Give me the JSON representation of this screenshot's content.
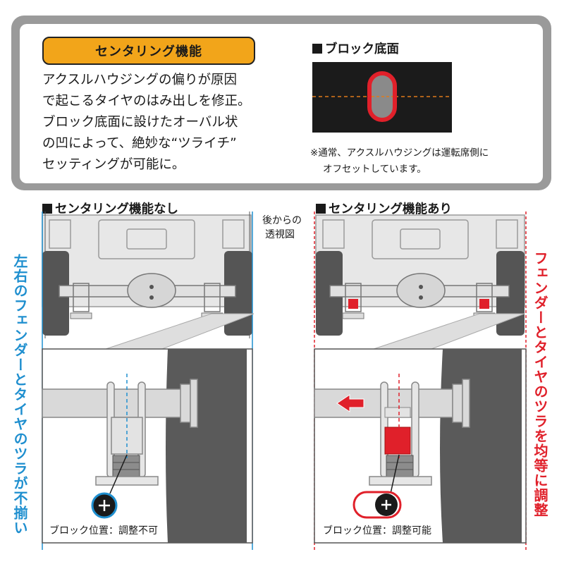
{
  "panel": {
    "feature_title": "センタリング機能",
    "description": [
      "アクスルハウジングの偏りが原因",
      "で起こるタイヤのはみ出しを修正。",
      "ブロック底面に設けたオーバル状",
      "の凹によって、絶妙な“ツライチ”",
      "セッティングが可能に。"
    ],
    "block_bottom_title": "ブロック底面",
    "note_lines": [
      "※通常、アクスルハウジングは運転席側に",
      "オフセットしています。"
    ]
  },
  "without": {
    "title": "センタリング機能なし",
    "vertical_label": "左右のフェンダーとタイヤのツラが不揃い",
    "block_caption": "ブロック位置：調整不可"
  },
  "with": {
    "title": "センタリング機能あり",
    "vertical_label": "フェンダーとタイヤのツラを均等に調整",
    "block_caption": "ブロック位置：調整可能"
  },
  "rear_view_label": [
    "後からの",
    "透視図"
  ],
  "colors": {
    "badge": "#f2a51a",
    "without_accent": "#1f8fcf",
    "with_accent": "#e0202a",
    "block_dark": "#1b1b1b",
    "oval_outline": "#e0202a",
    "centerline": "#e07a1a"
  },
  "icons": {
    "plus_marker": "plus-circle-icon",
    "shift_arrow": "left-arrow-icon"
  }
}
